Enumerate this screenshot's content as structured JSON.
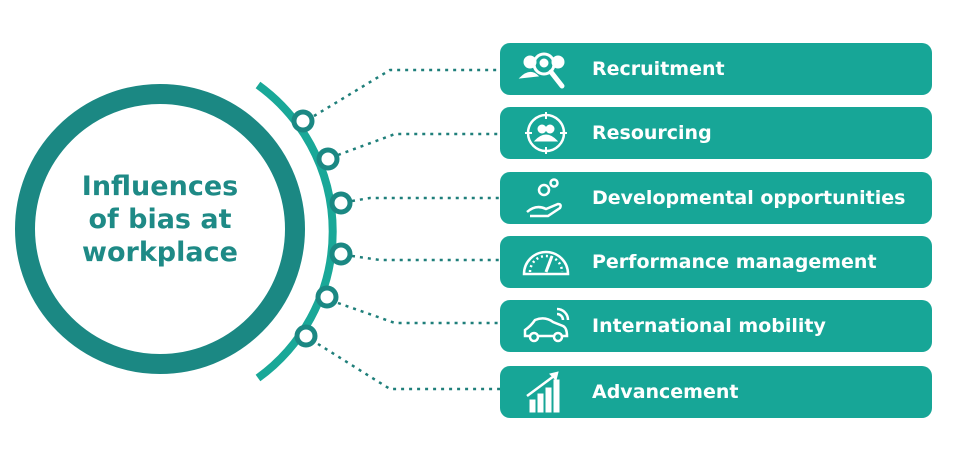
{
  "center": {
    "lines": [
      "Influences",
      "of bias at",
      "workplace"
    ]
  },
  "items": [
    {
      "label": "Recruitment",
      "icon": "people-search-icon"
    },
    {
      "label": "Resourcing",
      "icon": "people-target-icon"
    },
    {
      "label": "Developmental opportunities",
      "icon": "hand-gears-icon"
    },
    {
      "label": "Performance management",
      "icon": "speedometer-icon"
    },
    {
      "label": "International mobility",
      "icon": "car-icon"
    },
    {
      "label": "Advancement",
      "icon": "growth-chart-icon"
    }
  ],
  "colors": {
    "ring": "#1b8883",
    "arc": "#19a898",
    "box": "#17a697",
    "text": "#1e8a86"
  }
}
